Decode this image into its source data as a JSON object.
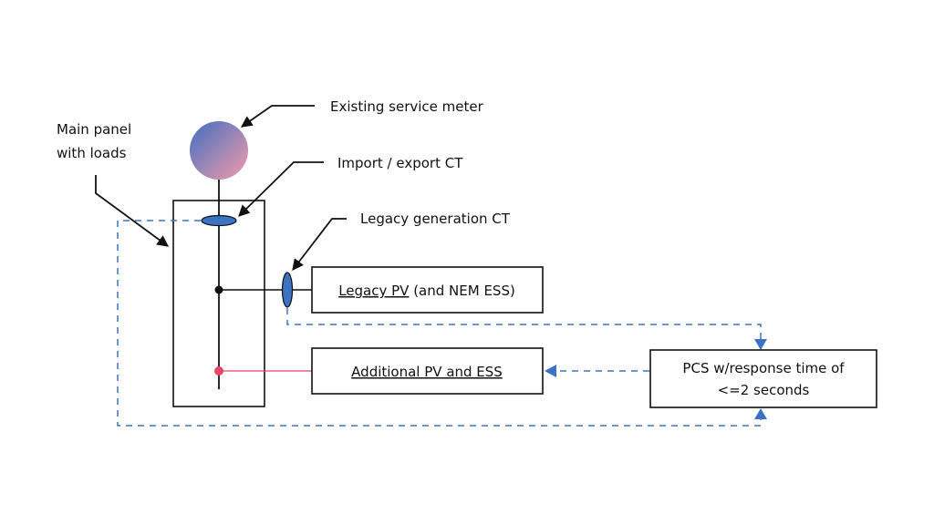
{
  "labels": {
    "main_panel_line1": "Main panel",
    "main_panel_line2": "with loads",
    "service_meter": "Existing service meter",
    "import_export_ct": "Import / export CT",
    "legacy_generation_ct": "Legacy generation CT"
  },
  "boxes": {
    "legacy_pv_underlined": "Legacy PV",
    "legacy_pv_rest": " (and NEM ESS)",
    "additional_pv": "Additional PV and ESS",
    "pcs_line1": "PCS w/response time of",
    "pcs_line2": "<=2 seconds"
  },
  "colors": {
    "meter_gradient_start": "#4a72c0",
    "meter_gradient_end": "#f19aad",
    "ct_fill": "#3b73c2",
    "signal_dashed": "#3b73c2",
    "additional_line": "#e8436a",
    "line": "#111111"
  }
}
